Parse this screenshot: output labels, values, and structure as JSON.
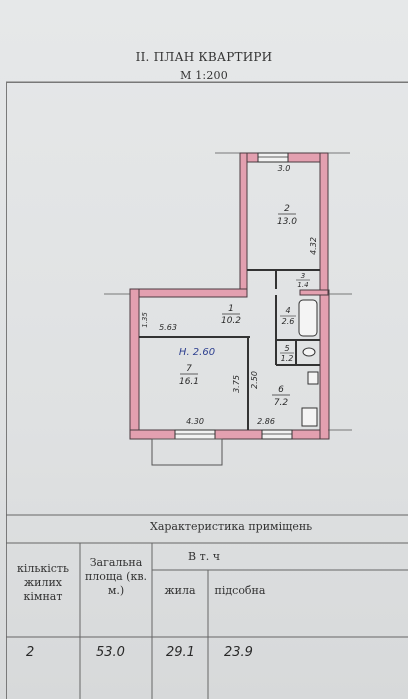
{
  "header": {
    "title": "II. ПЛАН КВАРТИРИ",
    "scale": "М 1:200"
  },
  "plan": {
    "room_labels": [
      {
        "id": "2",
        "num": "2",
        "area": "13.0"
      },
      {
        "id": "3",
        "num": "3",
        "area": "1.4"
      },
      {
        "id": "1",
        "num": "1",
        "area": "10.2"
      },
      {
        "id": "4",
        "num": "4",
        "area": "2.6"
      },
      {
        "id": "5",
        "num": "5",
        "area": "1.2"
      },
      {
        "id": "7",
        "num": "7",
        "area": "16.1"
      },
      {
        "id": "6",
        "num": "6",
        "area": "7.2"
      }
    ],
    "dimensions": {
      "top_width": "3.0",
      "right_height": "4.32",
      "corridor_length": "5.63",
      "corridor_height": "1.35",
      "ceiling_height": "Н. 2.60",
      "living_room_depth": "3.75",
      "kitchen_depth": "2.50",
      "living_room_width": "4.30",
      "kitchen_width": "2.86"
    }
  },
  "table": {
    "title": "Характеристика приміщень",
    "col_rooms": "кількість жилих кімнат",
    "col_total": "Загальна площа (кв. м.)",
    "col_incl": "В т. ч",
    "col_living": "жила",
    "col_aux": "підсобна",
    "row": {
      "rooms": "2",
      "total": "53.0",
      "living": "29.1",
      "aux": "23.9"
    }
  }
}
